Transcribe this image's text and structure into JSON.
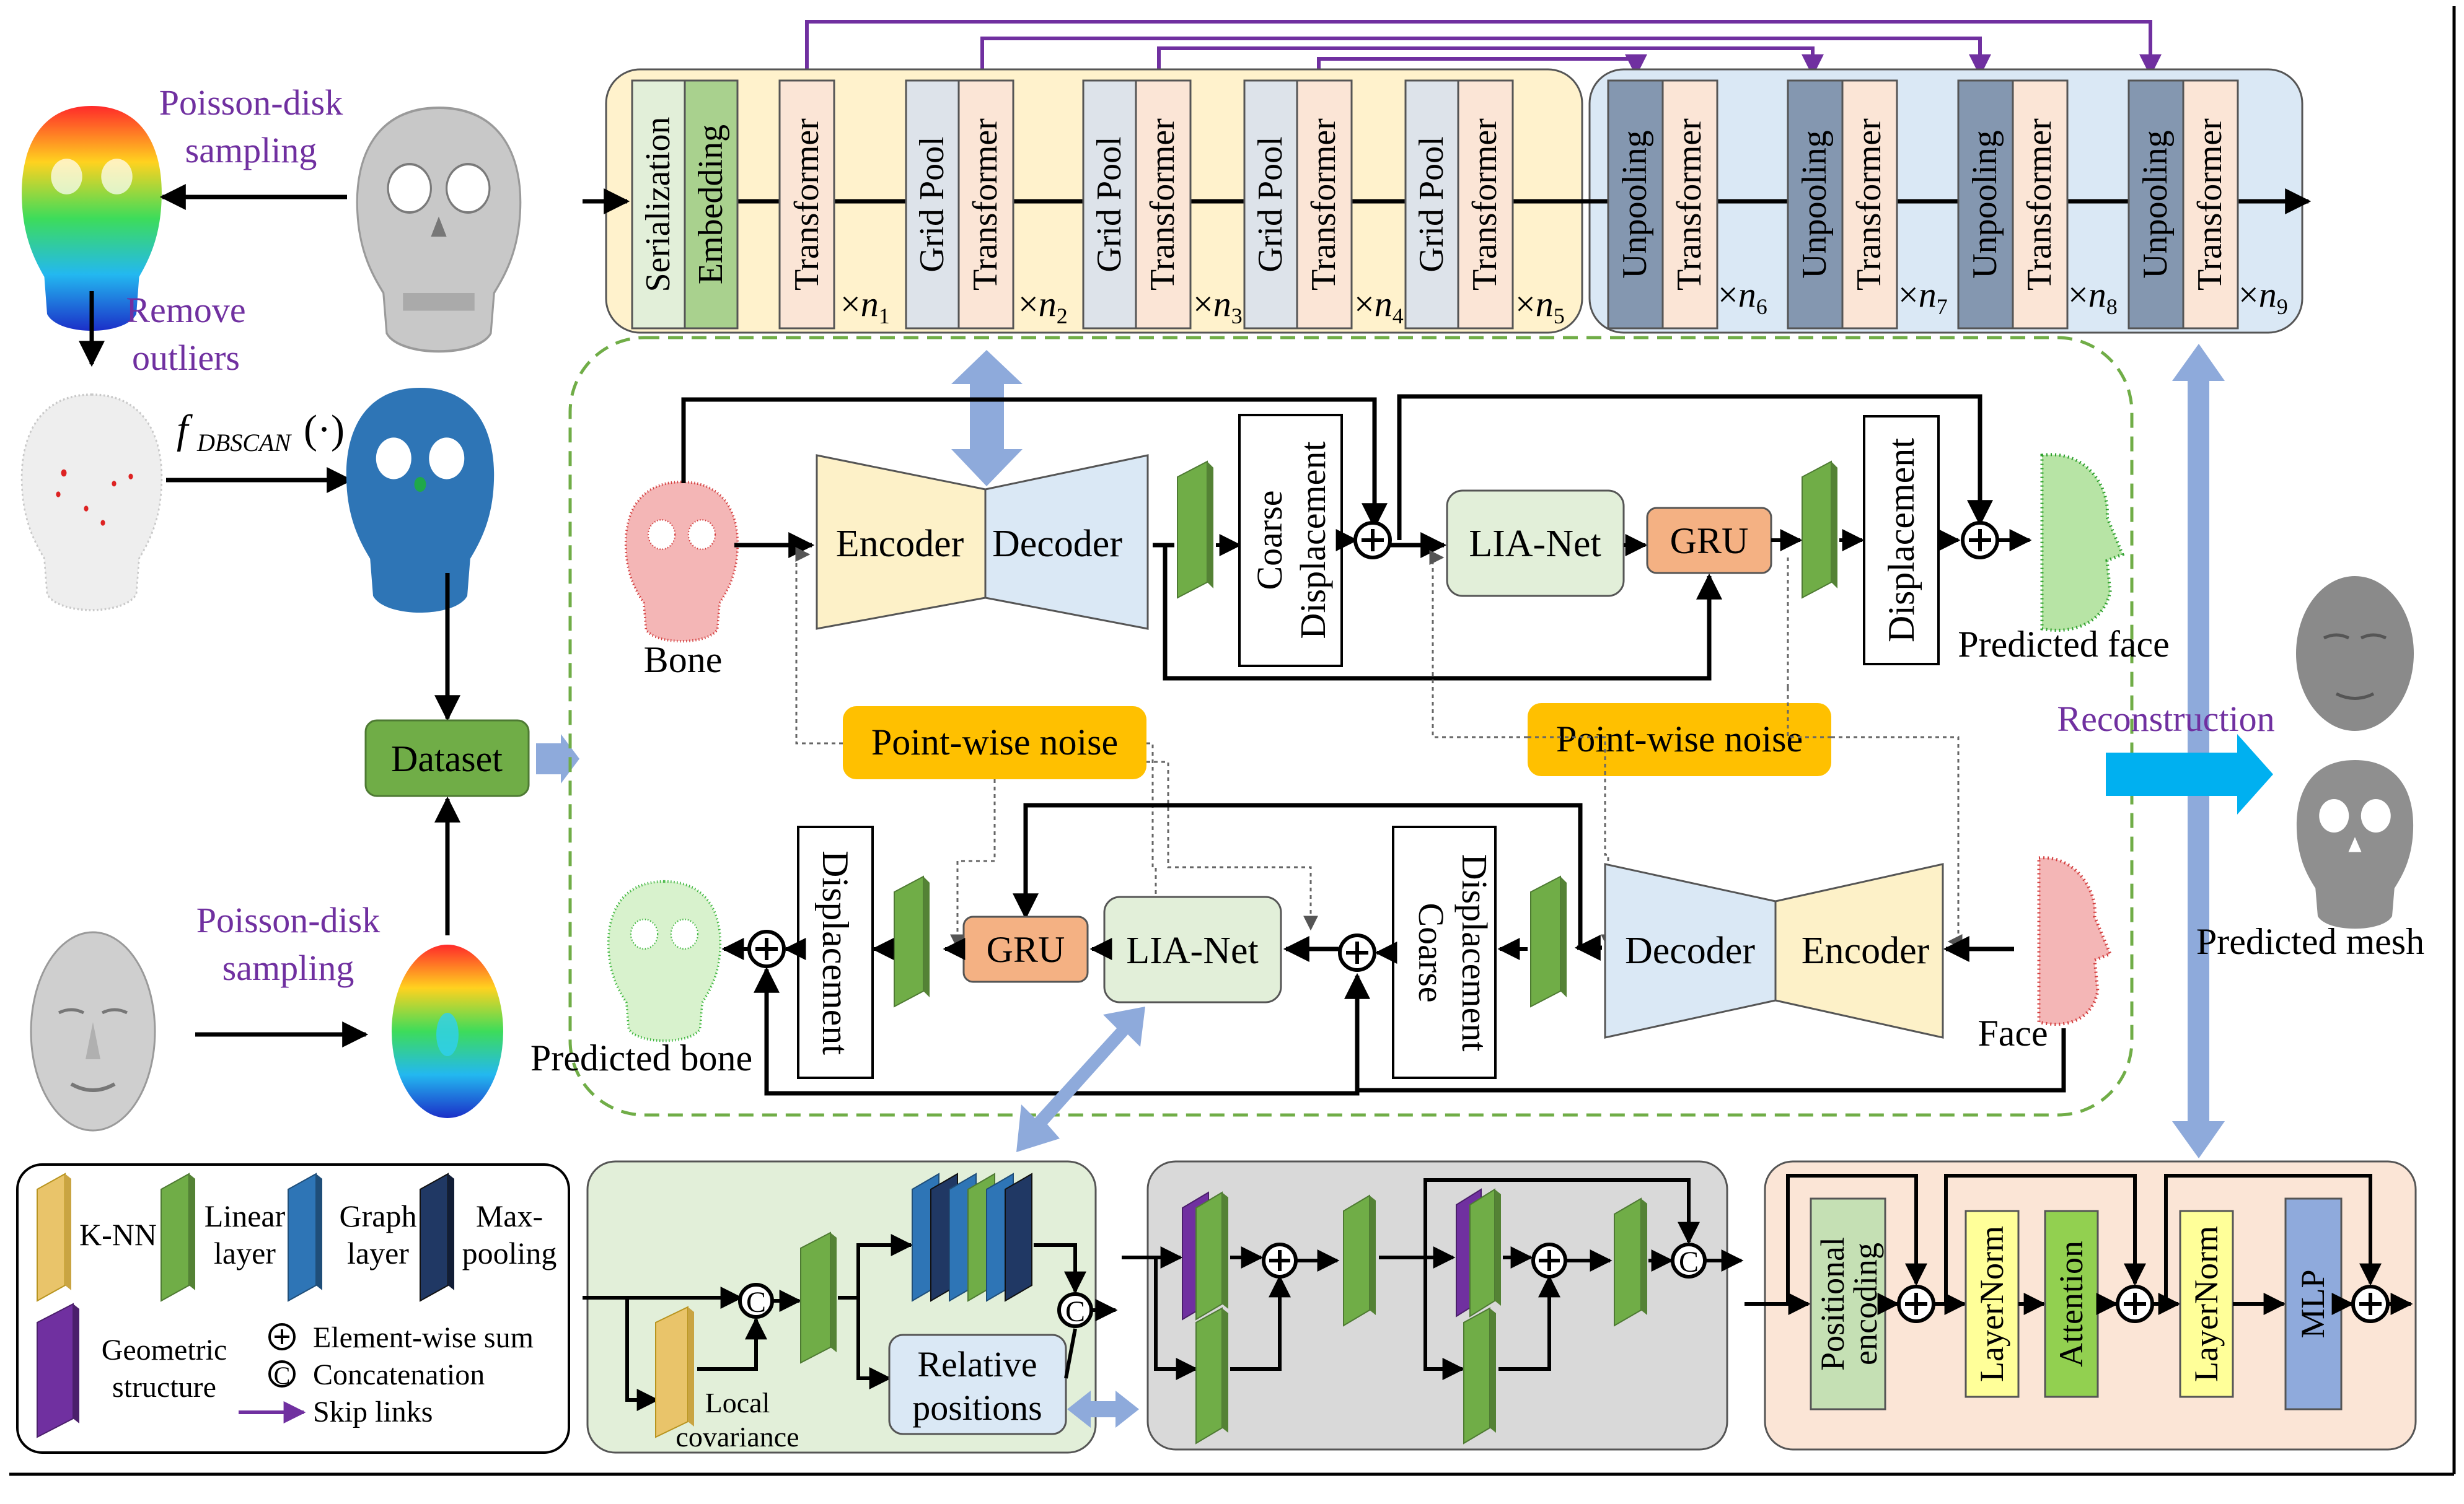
{
  "preprocessing": {
    "poisson_top": [
      "Poisson-disk",
      "sampling"
    ],
    "remove_outliers": [
      "Remove",
      "outliers"
    ],
    "dbscan_fn": "f",
    "dbscan_sub": "DBSCAN",
    "dbscan_arg": "(·)",
    "dataset": "Dataset",
    "poisson_bottom": [
      "Poisson-disk",
      "sampling"
    ]
  },
  "backbone": {
    "serialization": "Serialization",
    "embedding": "Embedding",
    "transformer": "Transformer",
    "grid_pool": "Grid Pool",
    "unpooling": "Unpooling",
    "mult": "×",
    "n": "n",
    "subs": [
      "1",
      "2",
      "3",
      "4",
      "5",
      "6",
      "7",
      "8",
      "9"
    ]
  },
  "network": {
    "encoder": "Encoder",
    "decoder": "Decoder",
    "coarse_displacement": [
      "Coarse",
      "Displacement"
    ],
    "displacement": "Displacement",
    "lia_net": "LIA-Net",
    "gru": "GRU",
    "point_wise_noise": "Point-wise noise",
    "bone": "Bone",
    "face": "Face",
    "predicted_face": "Predicted face",
    "predicted_bone": "Predicted bone"
  },
  "output": {
    "reconstruction": "Reconstruction",
    "predicted_mesh": "Predicted mesh"
  },
  "legend": {
    "knn": "K-NN",
    "linear": [
      "Linear",
      "layer"
    ],
    "graph": [
      "Graph",
      "layer"
    ],
    "maxpool": [
      "Max-",
      "pooling"
    ],
    "geometric": [
      "Geometric",
      "structure"
    ],
    "sum_sym": "+",
    "concat_sym": "C",
    "element_wise_sum": "Element-wise sum",
    "concatenation": "Concatenation",
    "skip_links": "Skip links"
  },
  "lia_module": {
    "local_covariance": [
      "Local",
      "covariance"
    ],
    "relative_positions": [
      "Relative",
      "positions"
    ]
  },
  "transformer_block": {
    "positional_encoding": [
      "Positional",
      "encoding"
    ],
    "layernorm": "LayerNorm",
    "attention": "Attention",
    "mlp": "MLP"
  },
  "colors": {
    "accent_purple": "#7030a0",
    "backbone_left": "#fff2cc",
    "backbone_right": "#dae8f5",
    "encoder": "#fdf1c8",
    "decoder": "#dae8f5",
    "lia": "#e2efd9",
    "gru": "#f4b183",
    "noise": "#ffc000",
    "dataset": "#70ad47",
    "linear_layer": "#70ad47",
    "knn_layer": "#e9c46a",
    "graph_layer": "#2e75b6",
    "maxpool_layer": "#203864",
    "geometric_layer": "#7030a0",
    "reconstruction_arrow": "#00b0f0"
  }
}
